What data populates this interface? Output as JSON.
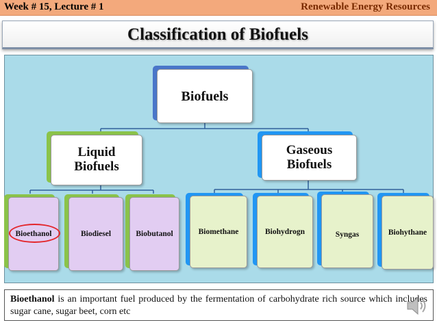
{
  "header": {
    "week_lecture": "Week # 15, Lecture # 1",
    "course": "Renewable Energy Resources"
  },
  "slide_title": "Classification of Biofuels",
  "diagram": {
    "root": "Biofuels",
    "categories": [
      {
        "label": "Liquid Biofuels",
        "color": "#8bc34a",
        "children": [
          "Bioethanol",
          "Biodiesel",
          "Biobutanol"
        ]
      },
      {
        "label": "Gaseous Biofuels",
        "color": "#2196f3",
        "children": [
          "Biomethane",
          "Biohydrogn",
          "Syngas",
          "Biohythane"
        ]
      }
    ],
    "highlighted": "Bioethanol"
  },
  "note": {
    "term": "Bioethanol",
    "text": " is an important fuel produced by the fermentation of carbohydrate rich source which includes sugar cane, sugar beet, corn etc"
  },
  "colors": {
    "header_bar": "#f3a97c",
    "panel": "#aadbe9",
    "liquid_leaf": "#e2cdf2",
    "gas_leaf": "#e7f2cb",
    "highlight": "#e3262b"
  },
  "icons": [
    "speaker-icon"
  ]
}
